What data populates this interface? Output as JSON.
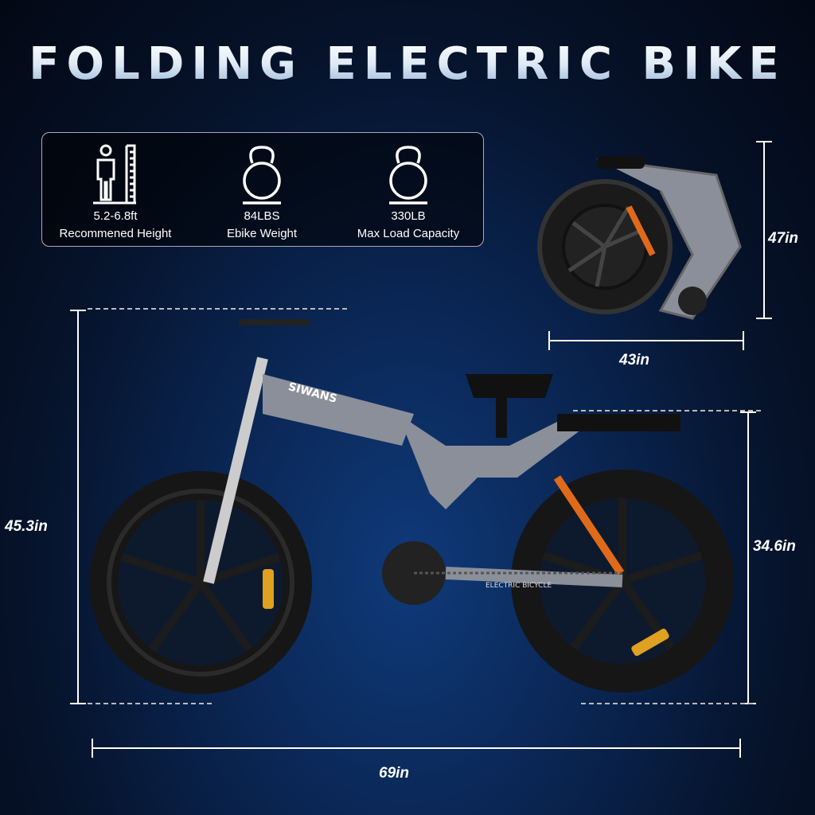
{
  "title": "FOLDING ELECTRIC BIKE",
  "specs": [
    {
      "icon": "person-height-icon",
      "value": "5.2-6.8ft",
      "label": "Recommened Height"
    },
    {
      "icon": "kettlebell-icon",
      "value": "84LBS",
      "label": "Ebike Weight"
    },
    {
      "icon": "kettlebell-icon",
      "value": "330LB",
      "label": "Max Load Capacity"
    }
  ],
  "dimensions": {
    "folded_height": "47in",
    "folded_length": "43in",
    "overall_height": "45.3in",
    "seat_height": "34.6in",
    "length": "69in"
  },
  "brand": {
    "logo": "SIWANS",
    "chainstay_text": "ELECTRIC BICYCLE"
  },
  "colors": {
    "frame": "#8a8f99",
    "accent": "#e06a1a",
    "background": "#0a2552"
  }
}
